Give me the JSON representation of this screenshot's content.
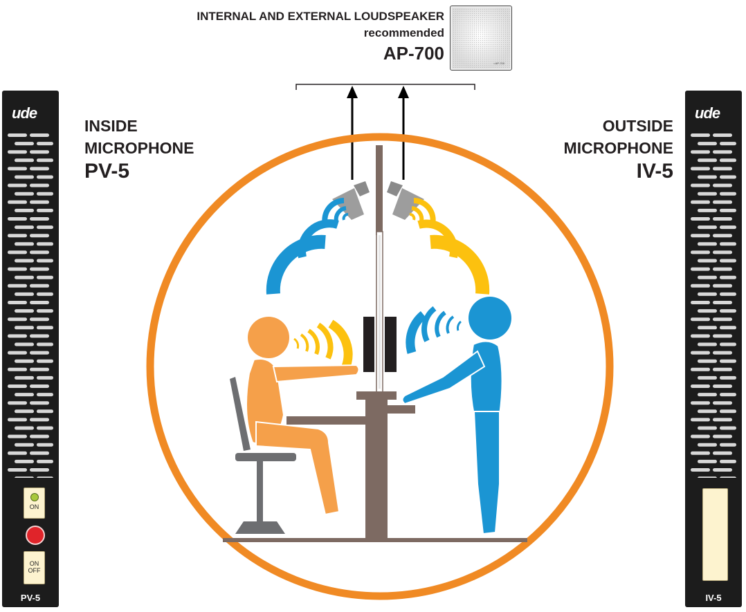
{
  "speaker": {
    "line1": "INTERNAL AND EXTERNAL LOUDSPEAKER",
    "line2": "recommended",
    "model": "AP-700",
    "brand_mark": "• AP-700"
  },
  "inside_mic": {
    "line1": "INSIDE",
    "line2": "MICROPHONE",
    "model": "PV-5"
  },
  "outside_mic": {
    "line1": "OUTSIDE",
    "line2": "MICROPHONE",
    "model": "IV-5"
  },
  "panel_left": {
    "logo": "ude",
    "led_label": "ON",
    "switch_line1": "ON",
    "switch_line2": "OFF",
    "model_tag": "PV-5"
  },
  "panel_right": {
    "logo": "ude",
    "model_tag": "IV-5"
  },
  "colors": {
    "circle": "#f08a24",
    "inside_person": "#f5a04a",
    "outside_person": "#1b95d3",
    "sound_blue": "#1b95d3",
    "sound_yellow": "#fcc10f",
    "furniture": "#7d6a62",
    "chair": "#6d6e71",
    "panel": "#1c1c1c"
  }
}
